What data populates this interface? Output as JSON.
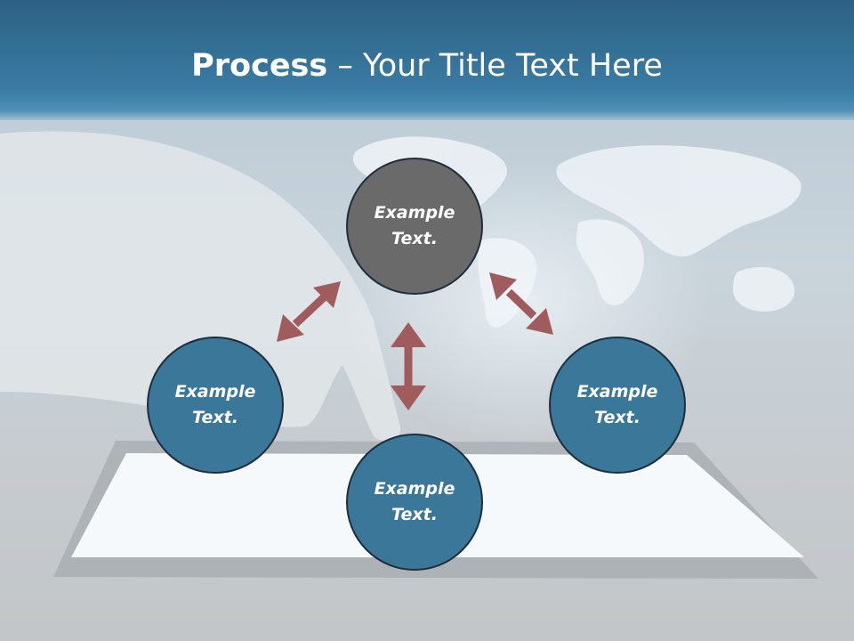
{
  "slide": {
    "title_bold": "Process",
    "title_rest": " – Your Title Text Here"
  },
  "diagram": {
    "nodes": [
      {
        "id": "top",
        "label": "Example\nText.",
        "color": "#6a6a6a"
      },
      {
        "id": "left",
        "label": "Example\nText.",
        "color": "#3b7799"
      },
      {
        "id": "bottom",
        "label": "Example\nText.",
        "color": "#3b7799"
      },
      {
        "id": "right",
        "label": "Example\nText.",
        "color": "#3b7799"
      }
    ],
    "arrow_color": "#a05c5c"
  }
}
